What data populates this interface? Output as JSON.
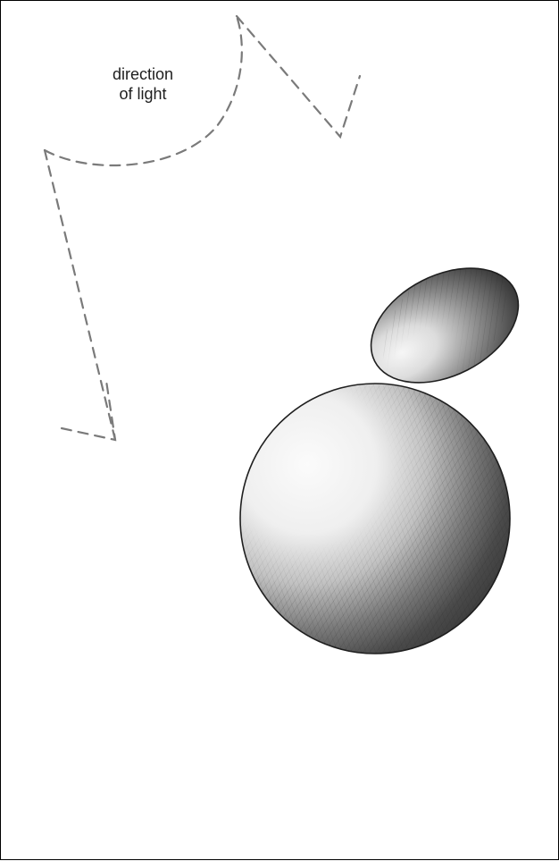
{
  "label": {
    "line1": "direction",
    "line2": "of light"
  },
  "colors": {
    "background": "#ffffff",
    "frame": "#000000",
    "dashed_arrow": "#7a7a7a",
    "text": "#1e1e1e",
    "shadow_dark": "#2e2e2e",
    "highlight": "#f2f2f2"
  },
  "objects": {
    "upper": "ellipsoid",
    "lower": "sphere"
  },
  "icons": {
    "arrow": "dashed-curved-arrow-icon"
  }
}
